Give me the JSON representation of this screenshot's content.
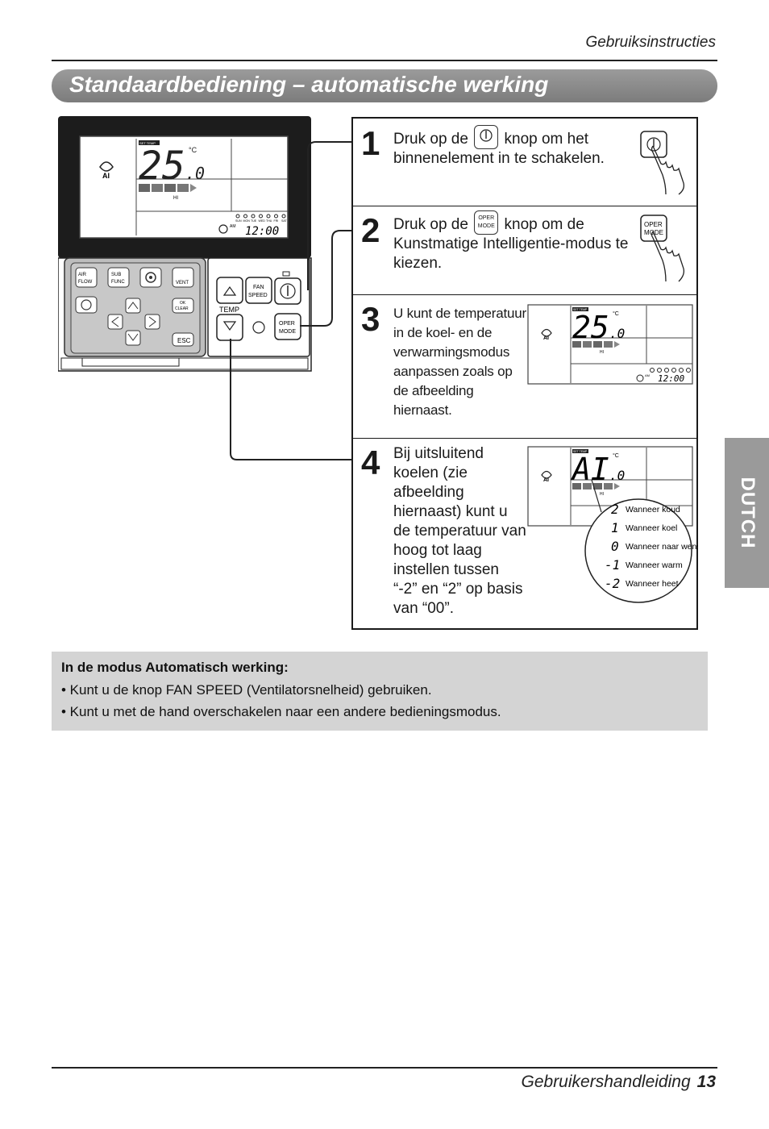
{
  "header": {
    "section_label": "Gebruiksinstructies"
  },
  "title": "Standaardbediening – automatische werking",
  "side_tab": "DUTCH",
  "remote": {
    "display": {
      "set_temp_tag": "SET TEMP",
      "temperature": "25",
      "decimal": ".0",
      "unit": "°C",
      "fan_label": "HI",
      "days": [
        "SUN",
        "MON",
        "TUE",
        "WED",
        "THU",
        "FRI",
        "SAT"
      ],
      "am": "AM",
      "time": "12:00",
      "ai_mode": "AI"
    },
    "buttons": {
      "air_flow": "AIR FLOW",
      "sub_func": "SUB FUNC",
      "vent": "VENT",
      "ok_clear": "OK CLEAR",
      "esc": "ESC",
      "fan_speed": "FAN SPEED",
      "temp": "TEMP",
      "oper_mode": "OPER MODE"
    }
  },
  "steps": [
    {
      "number": "1",
      "text_before": "Druk op de",
      "text_after": "knop om het binnenelement in te schakelen."
    },
    {
      "number": "2",
      "text_before": "Druk op de",
      "button_label": "OPER MODE",
      "text_after": "knop om de Kunstmatige Intelligentie-modus te kiezen."
    },
    {
      "number": "3",
      "text": "U kunt de temperatuur in de koel- en de verwarmingsmodus aanpassen zoals op de afbeelding hiernaast."
    },
    {
      "number": "4",
      "text": "Bij uitsluitend koelen (zie afbeelding hiernaast) kunt u de temperatuur van hoog tot laag instellen tussen “-2” en “2” op basis van “00”.",
      "display_value": "AI",
      "levels": [
        {
          "value": "2",
          "label": "Wanneer koud"
        },
        {
          "value": "1",
          "label": "Wanneer koel"
        },
        {
          "value": "0",
          "label": "Wanneer naar wens"
        },
        {
          "value": "-1",
          "label": "Wanneer warm"
        },
        {
          "value": "-2",
          "label": "Wanneer heet"
        }
      ]
    }
  ],
  "note": {
    "title": "In de modus Automatisch werking:",
    "items": [
      "• Kunt u de knop FAN SPEED (Ventilatorsnelheid) gebruiken.",
      "• Kunt u met de hand overschakelen naar een andere bedieningsmodus."
    ]
  },
  "footer": {
    "doc_title": "Gebruikershandleiding",
    "page_number": "13"
  }
}
